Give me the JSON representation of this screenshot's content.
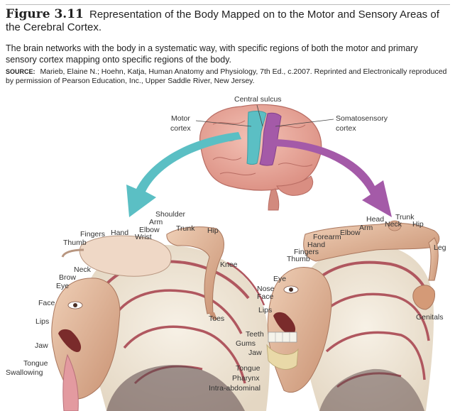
{
  "figure": {
    "number": "Figure 3.11",
    "title": "Representation of the Body Mapped on to the Motor and Sensory Areas of the Cerebral Cortex.",
    "description": "The brain networks with the body in a systematic way, with specific regions of both the motor and primary sensory cortex mapping onto specific regions of the body.",
    "source_label": "SOURCE:",
    "source_text": "Marieb, Elaine N.; Hoehn, Katja, Human Anatomy and Physiology, 7th Ed., c.2007. Reprinted and Electronically reproduced by permission of Pearson Education, Inc., Upper Saddle River, New Jersey."
  },
  "brain_labels": {
    "central_sulcus": "Central sulcus",
    "motor_1": "Motor",
    "motor_2": "cortex",
    "somato_1": "Somatosensory",
    "somato_2": "cortex"
  },
  "motor_labels": {
    "shoulder": "Shoulder",
    "arm": "Arm",
    "elbow": "Elbow",
    "wrist": "Wrist",
    "hand": "Hand",
    "fingers": "Fingers",
    "thumb": "Thumb",
    "trunk": "Trunk",
    "hip": "Hip",
    "knee": "Knee",
    "neck": "Neck",
    "brow": "Brow",
    "eye": "Eye",
    "face": "Face",
    "lips": "Lips",
    "jaw": "Jaw",
    "tongue": "Tongue",
    "swallowing": "Swallowing",
    "toes": "Toes"
  },
  "sensory_labels": {
    "head": "Head",
    "trunk": "Trunk",
    "neck": "Neck",
    "hip": "Hip",
    "arm": "Arm",
    "elbow": "Elbow",
    "forearm": "Forearm",
    "hand": "Hand",
    "fingers": "Fingers",
    "thumb": "Thumb",
    "leg": "Leg",
    "eye": "Eye",
    "nose": "Nose",
    "face": "Face",
    "lips": "Lips",
    "genitals": "Genitals",
    "teeth": "Teeth",
    "gums": "Gums",
    "jaw": "Jaw",
    "tongue": "Tongue",
    "pharynx": "Pharynx",
    "intra_abdominal": "Intra-abdominal"
  },
  "colors": {
    "motor_teal": "#5bbfc4",
    "sensory_purple": "#a45aa8",
    "brain_pink": "#e9a59a",
    "cortex_white": "#efe6d8",
    "gray_matter": "#b0575f",
    "skin": "#e0b89a"
  }
}
